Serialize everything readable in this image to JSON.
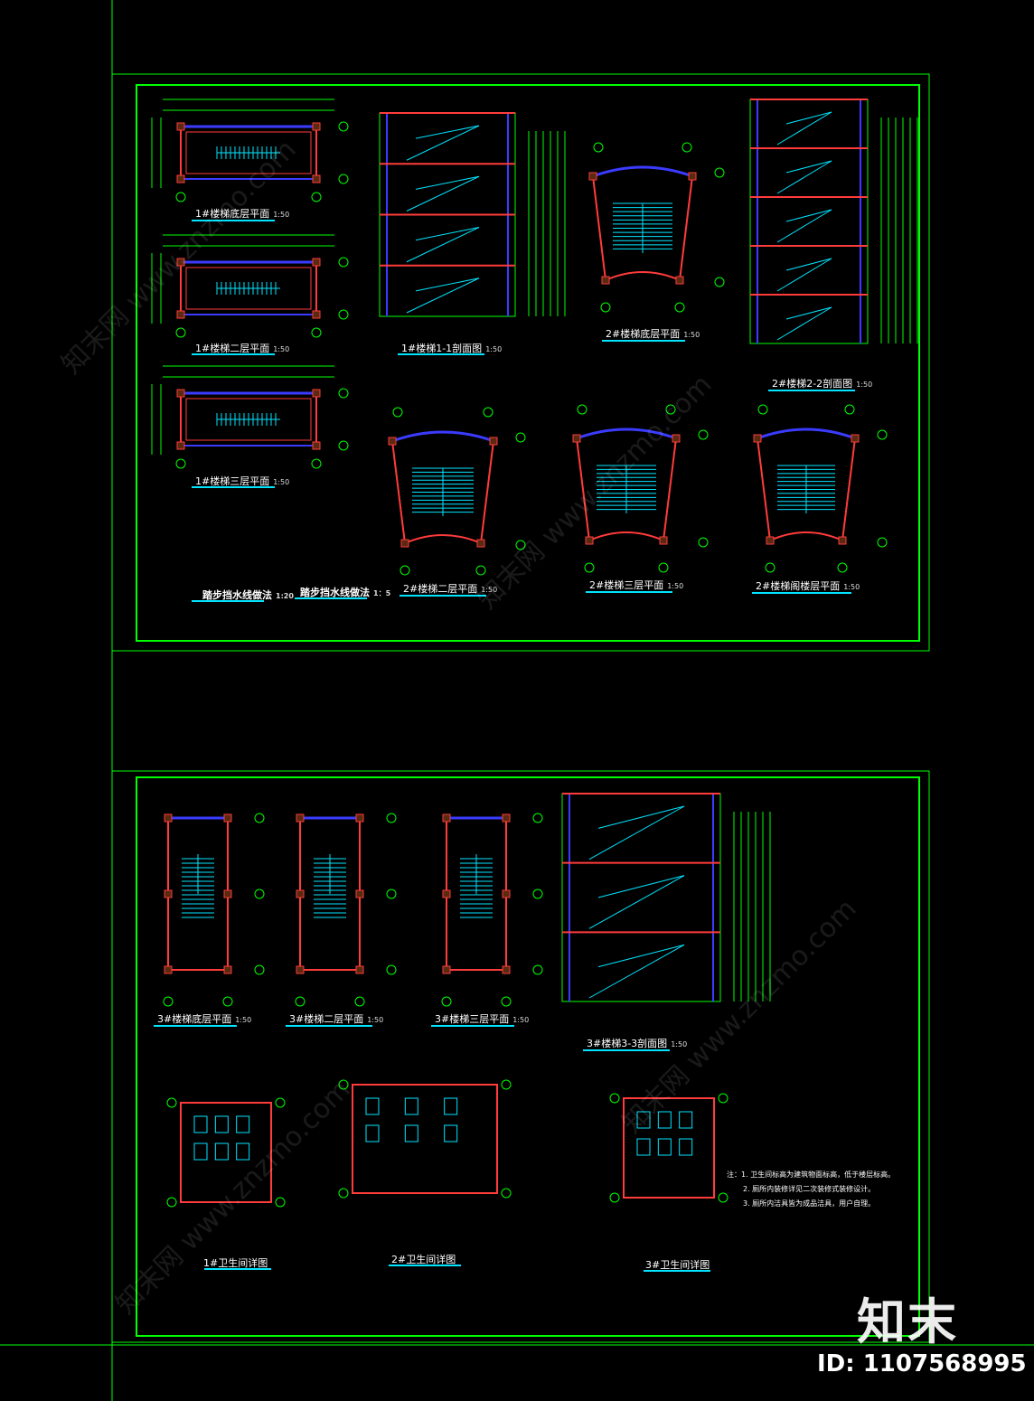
{
  "drawing": {
    "titles": {
      "s1_floor1": "1#楼梯底层平面",
      "s1_floor2": "1#楼梯二层平面",
      "s1_floor3": "1#楼梯三层平面",
      "s1_section": "1#楼梯1-1剖面图",
      "s2_ground": "2#楼梯底层平面",
      "s2_section": "2#楼梯2-2剖面图",
      "s2_floor2": "2#楼梯二层平面",
      "s2_floor3": "2#楼梯三层平面",
      "s2_attic": "2#楼梯阁楼层平面",
      "detail_stair_water1": "踏步挡水线做法",
      "detail_stair_water2": "踏步挡水线做法",
      "s3_ground": "3#楼梯底层平面",
      "s3_floor2": "3#楼梯二层平面",
      "s3_floor3": "3#楼梯三层平面",
      "s3_section": "3#楼梯3-3剖面图",
      "wc1": "1#卫生间详图",
      "wc2": "2#卫生间详图",
      "wc3": "3#卫生间详图"
    },
    "scales": {
      "s150": "1:50",
      "s120": "1:20",
      "s15": "1：5"
    },
    "notes": {
      "line1": "注：1. 卫生间标高为建筑物面标高，低于楼层标高。",
      "line2": "2. 厕所内装修详见二次装修式装修设计。",
      "line3": "3. 厕所内洁具皆为成品洁具，用户自理。"
    },
    "watermark": {
      "brand": "知末",
      "id": "ID: 1107568995",
      "faint": "知末网 www.znzmo.com"
    },
    "colors": {
      "frame": "#00ff00",
      "wall": "#ff3b3b",
      "stair": "#00e5ff",
      "beam": "#3b3bff",
      "text": "#ffffff",
      "highlight": "#00e5ff"
    }
  }
}
